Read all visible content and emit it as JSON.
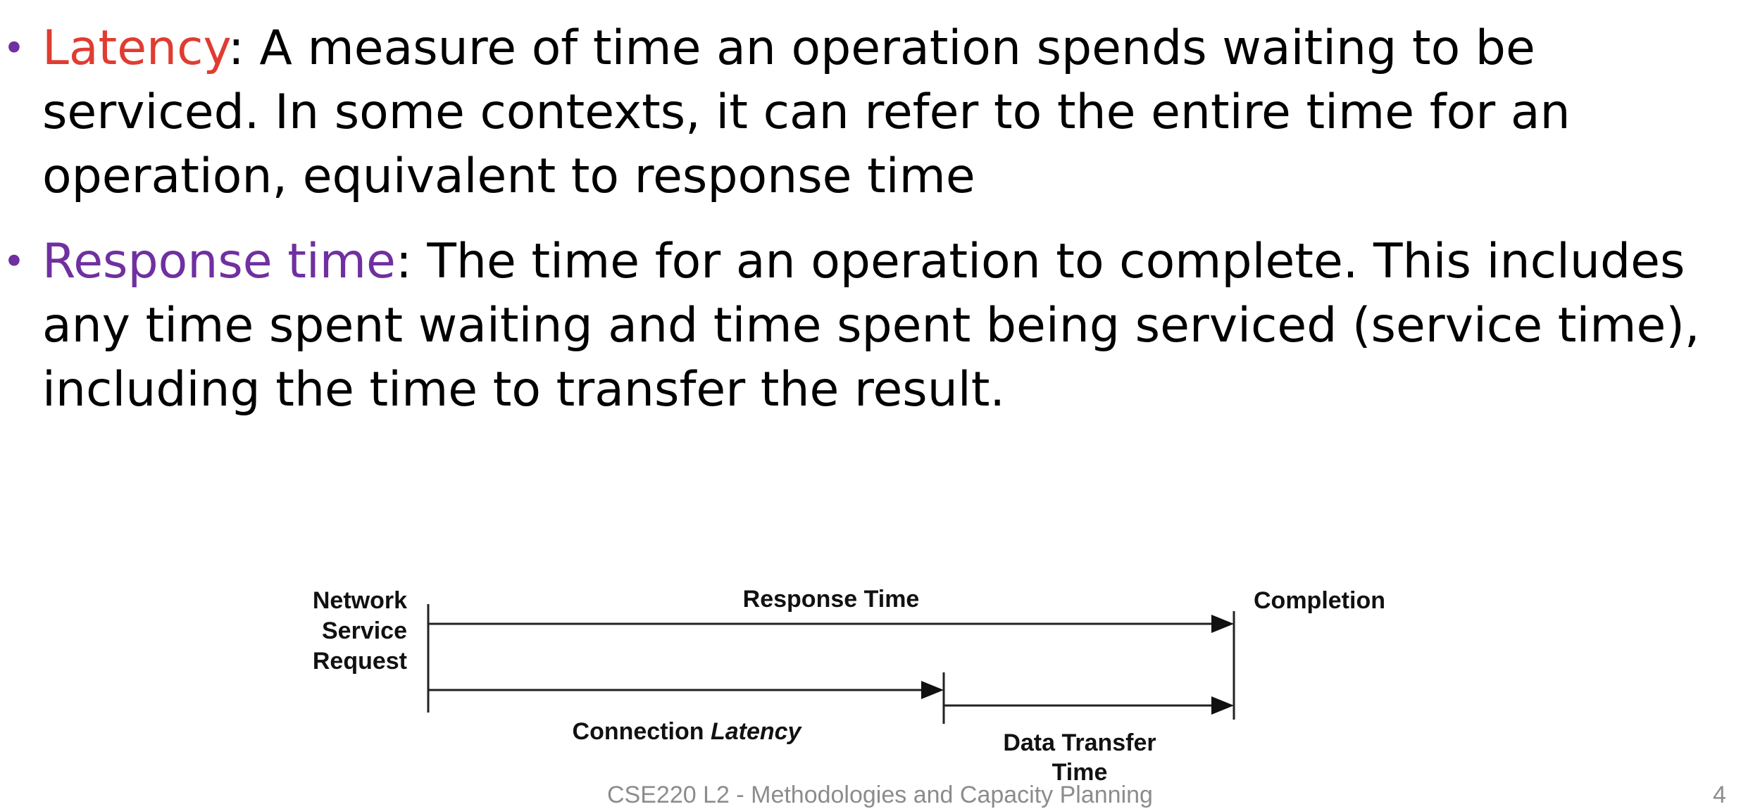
{
  "colors": {
    "latency_term": "#E03C31",
    "response_term": "#7030A0",
    "bullet": "#7030A0",
    "body_text": "#000000",
    "footer_text": "#8c8c8c"
  },
  "bullets": [
    {
      "term": "Latency",
      "definition": ": A measure of time an operation spends waiting to be serviced. In some contexts, it can refer to the entire time for an operation, equivalent to response time"
    },
    {
      "term": "Response time",
      "definition": ": The time for an operation to complete. This includes any time spent waiting and time spent being serviced (service time), including the time to transfer the result."
    }
  ],
  "diagram": {
    "start_label_lines": [
      "Network",
      "Service",
      "Request"
    ],
    "end_label": "Completion",
    "response_time_label": "Response Time",
    "connection_label": "Connection ",
    "connection_label_italic": "Latency",
    "transfer_label_lines": [
      "Data Transfer",
      "Time"
    ]
  },
  "footer": {
    "text": "CSE220 L2 - Methodologies and Capacity Planning",
    "page_number": "4"
  }
}
